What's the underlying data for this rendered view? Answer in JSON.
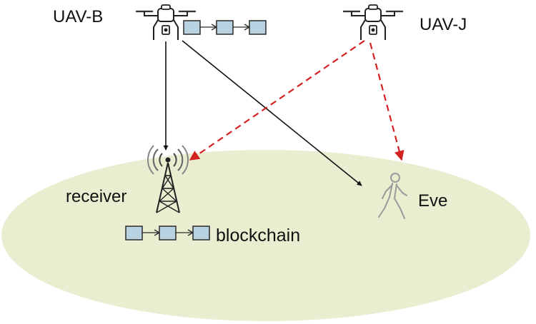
{
  "labels": {
    "uav_b": "UAV-B",
    "uav_j": "UAV-J",
    "receiver": "receiver",
    "eve": "Eve",
    "blockchain": "blockchain"
  },
  "icons": {
    "uav_b": "drone-icon",
    "uav_j": "drone-icon",
    "receiver": "radio-tower-icon",
    "eve": "walking-person-icon"
  },
  "colors": {
    "ground": "#eaedcf",
    "legit_link": "#111111",
    "jamming_link": "#d42020",
    "block_fill": "#b9d2e2",
    "block_stroke": "#2b2b2b"
  }
}
